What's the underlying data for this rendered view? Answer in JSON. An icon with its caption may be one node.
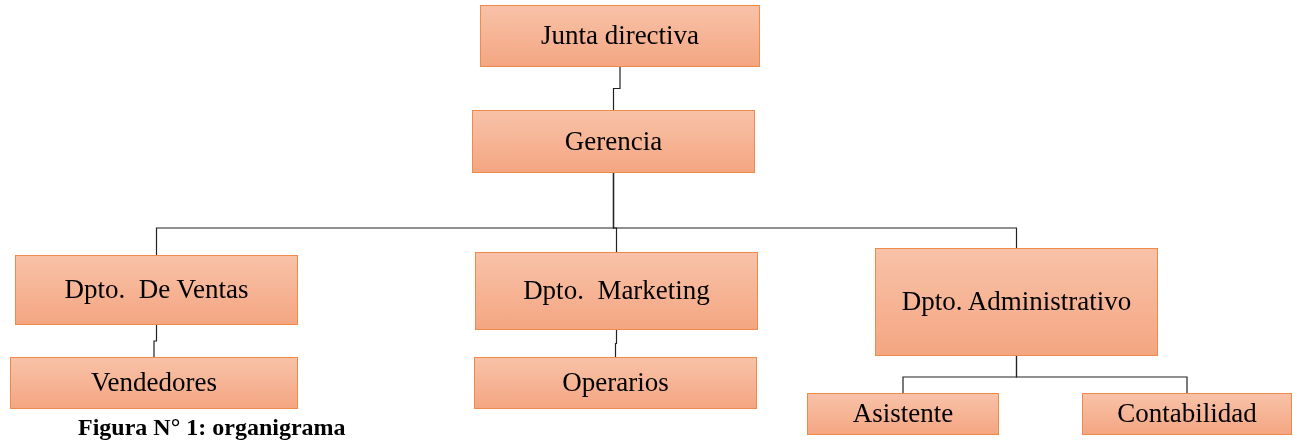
{
  "diagram": {
    "caption": "Figura N° 1: organigrama",
    "nodes": [
      {
        "text": [
          "Junta directiva"
        ]
      },
      {
        "text": [
          "Gerencia"
        ]
      },
      {
        "text": [
          "Dpto.  De Ventas"
        ]
      },
      {
        "text": [
          "Dpto.  Marketing"
        ]
      },
      {
        "text": [
          "Dpto. Administrativo"
        ]
      },
      {
        "text": [
          "Vendedores"
        ]
      },
      {
        "text": [
          "Operarios"
        ]
      },
      {
        "text": [
          "Asistente"
        ]
      },
      {
        "text": [
          "Contabilidad"
        ]
      }
    ],
    "edges": [
      {
        "from": 0,
        "to": 1,
        "arrow": "none"
      },
      {
        "from": 1,
        "to": 2,
        "arrow": "none"
      },
      {
        "from": 1,
        "to": 3,
        "arrow": "none"
      },
      {
        "from": 1,
        "to": 4,
        "arrow": "none"
      },
      {
        "from": 2,
        "to": 5,
        "arrow": "none"
      },
      {
        "from": 3,
        "to": 6,
        "arrow": "none"
      },
      {
        "from": 4,
        "to": 7,
        "arrow": "none"
      },
      {
        "from": 4,
        "to": 8,
        "arrow": "none"
      }
    ]
  }
}
